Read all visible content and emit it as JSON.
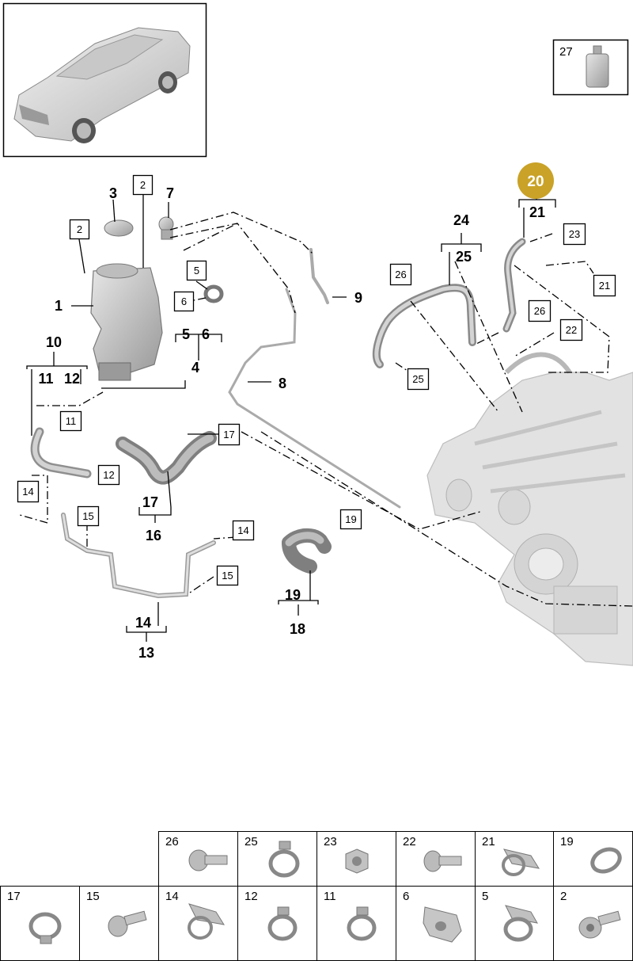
{
  "vehicle_thumbnail": {
    "icon": "sports-car-icon"
  },
  "accessory_box": {
    "label": "27",
    "icon": "coolant-bottle-icon"
  },
  "highlight": {
    "label": "20",
    "color": "#c9a227"
  },
  "colors": {
    "line": "#000000",
    "part_fill": "#cfcfcf",
    "part_stroke": "#6b6b6b",
    "engine": "#d9d9d9"
  },
  "callouts": {
    "c1": "1",
    "c2a": "2",
    "c2b": "2",
    "c3": "3",
    "c4": "4",
    "c5": "5",
    "c5b": "5",
    "c6": "6",
    "c6b": "6",
    "c7": "7",
    "c8": "8",
    "c9": "9",
    "c10": "10",
    "c11": "11",
    "c11b": "11",
    "c12": "12",
    "c12b": "12",
    "c13": "13",
    "c14": "14",
    "c14b": "14",
    "c14c": "14",
    "c15": "15",
    "c15b": "15",
    "c16": "16",
    "c17": "17",
    "c17b": "17",
    "c18": "18",
    "c19": "19",
    "c19b": "19",
    "c21": "21",
    "c21b": "21",
    "c22": "22",
    "c23": "23",
    "c24": "24",
    "c25": "25",
    "c25b": "25",
    "c26": "26",
    "c26b": "26"
  },
  "parts_table": {
    "row1": [
      {
        "label": "26",
        "icon": "bolt-icon"
      },
      {
        "label": "25",
        "icon": "hose-clamp-icon"
      },
      {
        "label": "23",
        "icon": "hex-nut-icon"
      },
      {
        "label": "22",
        "icon": "bolt-icon"
      },
      {
        "label": "21",
        "icon": "clip-icon"
      },
      {
        "label": "19",
        "icon": "hose-clamp-icon"
      }
    ],
    "row2": [
      {
        "label": "17",
        "icon": "hose-clamp-icon"
      },
      {
        "label": "15",
        "icon": "bolt-icon"
      },
      {
        "label": "14",
        "icon": "clip-icon"
      },
      {
        "label": "12",
        "icon": "hose-clamp-icon"
      },
      {
        "label": "11",
        "icon": "hose-clamp-icon"
      },
      {
        "label": "6",
        "icon": "bracket-icon"
      },
      {
        "label": "5",
        "icon": "clip-icon"
      },
      {
        "label": "2",
        "icon": "bolt-icon"
      }
    ]
  }
}
